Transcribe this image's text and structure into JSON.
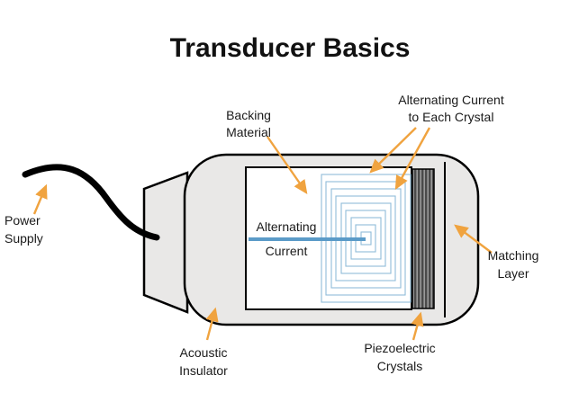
{
  "title": "Transducer Basics",
  "colors": {
    "arrow": "#F0A33F",
    "housing_fill": "#E9E8E7",
    "coil_line": "#8FBCD9",
    "current_wire": "#5B9BC8",
    "outline": "#000000",
    "background": "#FFFFFF"
  },
  "labels": {
    "power_supply": {
      "line1": "Power",
      "line2": "Supply"
    },
    "backing_material": {
      "line1": "Backing",
      "line2": "Material"
    },
    "ac_to_each_crystal": {
      "line1": "Alternating Current",
      "line2": "to Each Crystal"
    },
    "alternating_current": {
      "line1": "Alternating",
      "line2": "Current"
    },
    "matching_layer": {
      "line1": "Matching",
      "line2": "Layer"
    },
    "acoustic_insulator": {
      "line1": "Acoustic",
      "line2": "Insulator"
    },
    "piezoelectric_crystals": {
      "line1": "Piezoelectric",
      "line2": "Crystals"
    }
  }
}
